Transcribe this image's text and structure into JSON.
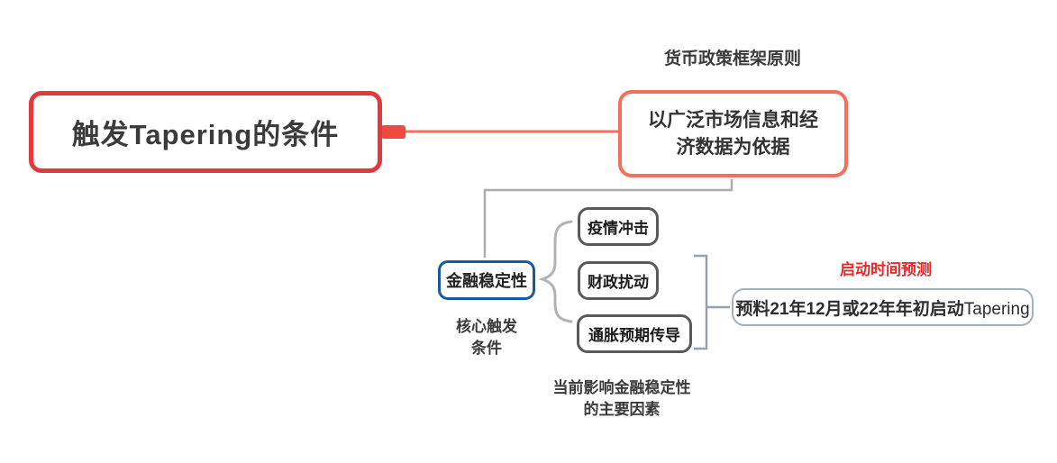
{
  "root": {
    "label": "触发Tapering的条件"
  },
  "policy": {
    "caption": "货币政策框架原则",
    "lines": [
      "以广泛市场信息和经",
      "济数据为依据"
    ]
  },
  "stability": {
    "label": "金融稳定性",
    "note_lines": [
      "核心触发",
      "条件"
    ]
  },
  "factors": {
    "items": [
      {
        "label": "疫情冲击"
      },
      {
        "label": "财政扰动"
      },
      {
        "label": "通胀预期传导"
      }
    ],
    "note_lines": [
      "当前影响金融稳定性",
      "的主要因素"
    ]
  },
  "timing": {
    "caption": "启动时间预测",
    "label_cn": "预料21年12月或22年年初启动",
    "label_en": "Tapering"
  },
  "colors": {
    "root_border": "#e13a3e",
    "policy_border": "#f4705c",
    "stability_border": "#175a9d",
    "factor_border": "#5a5a5a",
    "timing_border": "#a5aebc",
    "caption_red": "#e22a2a",
    "connector_red": "#f4705c",
    "connector_gray": "#adadad"
  }
}
